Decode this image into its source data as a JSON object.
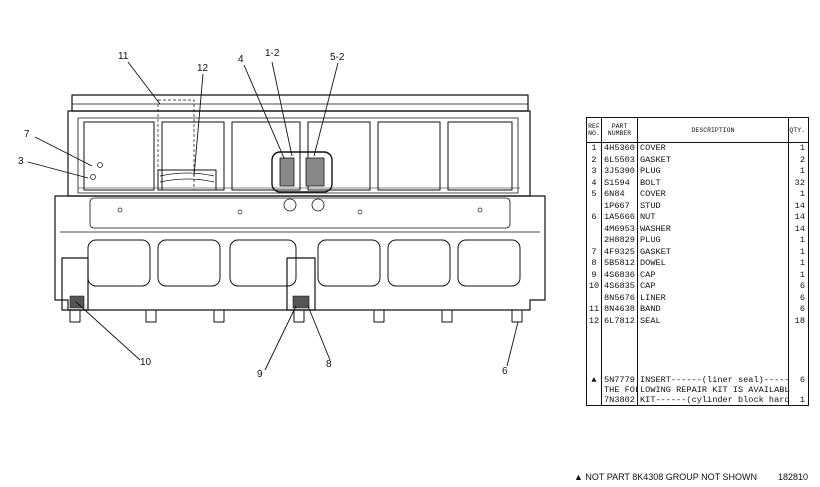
{
  "callouts": {
    "c11": "11",
    "c12": "12",
    "c4": "4",
    "c1_2": "1-2",
    "c5_2": "5-2",
    "c7": "7",
    "c3": "3",
    "c10": "10",
    "c9": "9",
    "c8": "8",
    "c6": "6"
  },
  "table": {
    "headers": {
      "ref": "REF NO.",
      "part": "PART NUMBER",
      "desc": "DESCRIPTION",
      "qty": "QTY."
    },
    "rows": [
      {
        "ref": "1",
        "part": "4H5360",
        "desc": "COVER",
        "qty": "1"
      },
      {
        "ref": "2",
        "part": "6L5503",
        "desc": "GASKET",
        "qty": "2"
      },
      {
        "ref": "3",
        "part": "3J5390",
        "desc": "PLUG",
        "qty": "1"
      },
      {
        "ref": "4",
        "part": "S1594",
        "desc": "BOLT",
        "qty": "32"
      },
      {
        "ref": "5",
        "part": "6N84",
        "desc": "COVER",
        "qty": "1"
      },
      {
        "ref": "",
        "part": "1P667",
        "desc": "STUD",
        "qty": "14"
      },
      {
        "ref": "6",
        "part": "1A5666",
        "desc": "NUT",
        "qty": "14"
      },
      {
        "ref": "",
        "part": "4M6953",
        "desc": "WASHER",
        "qty": "14"
      },
      {
        "ref": "",
        "part": "2H8829",
        "desc": "PLUG",
        "qty": "1"
      },
      {
        "ref": "7",
        "part": "4F9325",
        "desc": "GASKET",
        "qty": "1"
      },
      {
        "ref": "8",
        "part": "5B5812",
        "desc": "DOWEL",
        "qty": "1"
      },
      {
        "ref": "9",
        "part": "4S6836",
        "desc": "CAP",
        "qty": "1"
      },
      {
        "ref": "10",
        "part": "4S6835",
        "desc": "CAP",
        "qty": "6"
      },
      {
        "ref": "",
        "part": "8N5676",
        "desc": "LINER",
        "qty": "6"
      },
      {
        "ref": "11",
        "part": "8N4638",
        "desc": "BAND",
        "qty": "6"
      },
      {
        "ref": "12",
        "part": "6L7812",
        "desc": "SEAL",
        "qty": "18"
      }
    ],
    "notes": [
      {
        "ref": "▲",
        "part": "5N7779",
        "desc": "INSERT------(liner seal)--------",
        "qty": "6"
      },
      {
        "ref": "",
        "part": "THE FOL",
        "desc": "LOWING REPAIR KIT IS AVAILABLE.",
        "qty": ""
      },
      {
        "ref": "",
        "part": "7N3802",
        "desc": "KIT------(cylinder block hardware)-",
        "qty": "1"
      }
    ]
  },
  "footer": {
    "note": "▲ NOT PART 8K4308  GROUP  NOT SHOWN",
    "number": "182810"
  }
}
